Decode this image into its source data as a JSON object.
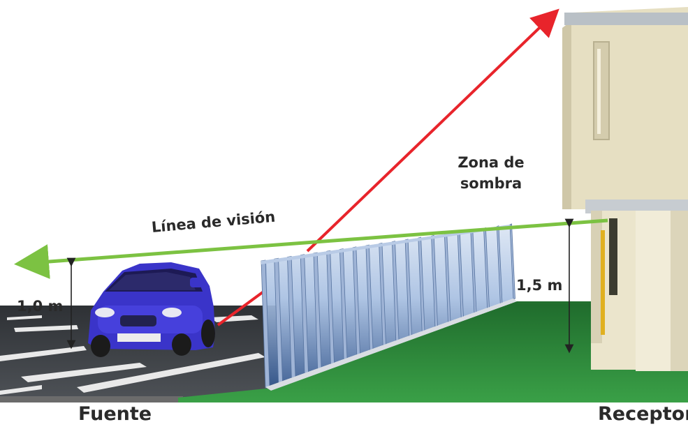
{
  "labels": {
    "source": "Fuente",
    "receiver": "Receptor",
    "shadow_zone_line1": "Zona de",
    "shadow_zone_line2": "sombra",
    "line_of_sight": "Línea de visión",
    "source_height": "1,0 m",
    "receiver_height": "1,5 m"
  },
  "colors": {
    "line_of_sight": "#7cc242",
    "sound_ray": "#e8242b",
    "car": "#3a34c9",
    "grass": "#2f8a3a",
    "road": "#3f4246",
    "barrier_glass": "#7fa3d8",
    "building": "#efe8cf"
  }
}
